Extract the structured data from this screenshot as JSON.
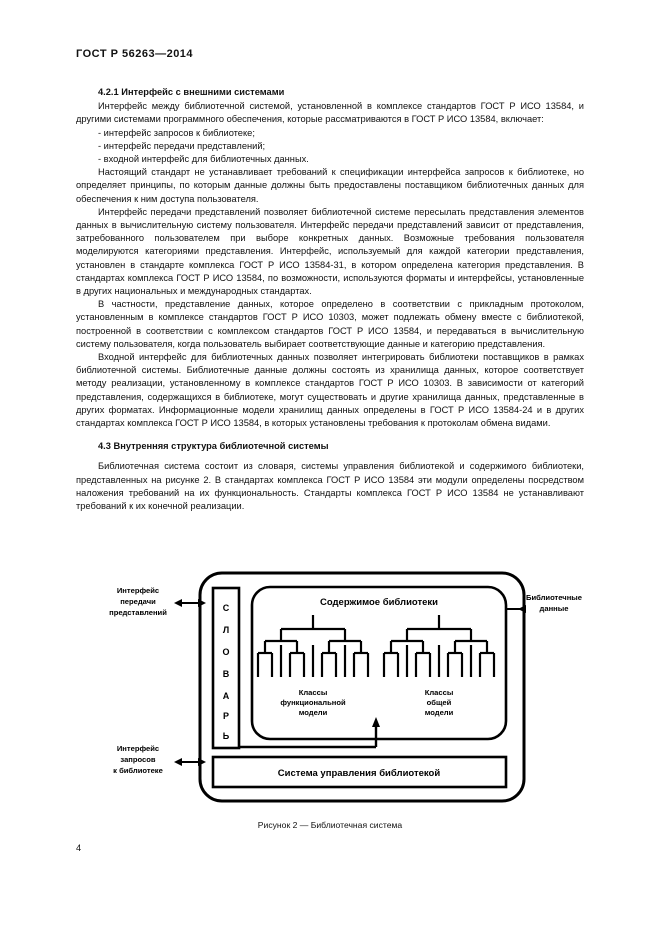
{
  "header": {
    "standard_code": "ГОСТ Р 56263—2014"
  },
  "sections": [
    {
      "id": "4.2.1",
      "heading": "4.2.1 Интерфейс с внешними системами",
      "paragraphs": [
        "Интерфейс между библиотечной системой, установленной в комплексе стандартов ГОСТ Р ИСО 13584, и другими системами программного обеспечения, которые рассматриваются в ГОСТ Р ИСО 13584, включает:"
      ],
      "list": [
        "- интерфейс запросов к библиотеке;",
        "- интерфейс передачи представлений;",
        "- входной интерфейс для библиотечных данных."
      ],
      "paragraphs_after": [
        "Настоящий стандарт не устанавливает требований к спецификации интерфейса запросов к библиотеке, но определяет принципы, по которым данные должны быть предоставлены поставщиком библиотечных данных для обеспечения к ним доступа пользователя.",
        "Интерфейс передачи представлений позволяет библиотечной системе пересылать представления элементов данных в вычислительную систему пользователя. Интерфейс передачи представлений зависит от представления, затребованного пользователем при выборе конкретных данных. Возможные требования пользователя моделируются категориями представления. Интерфейс, используемый для каждой категории представления, установлен в стандарте комплекса ГОСТ Р ИСО 13584-31, в котором определена категория представления. В стандартах комплекса ГОСТ Р ИСО 13584, по возможности, используются форматы и интерфейсы, установленные в других национальных и международных стандартах.",
        "В частности, представление данных, которое определено в соответствии с прикладным протоколом, установленным в комплексе стандартов ГОСТ Р ИСО 10303, может подлежать обмену вместе с библиотекой, построенной в соответствии с комплексом стандартов ГОСТ Р ИСО 13584, и передаваться в вычислительную систему пользователя, когда пользователь выбирает соответствующие данные и категорию представления.",
        "Входной интерфейс для библиотечных данных позволяет интегрировать библиотеки поставщиков в рамках библиотечной системы. Библиотечные данные должны состоять из хранилища данных, которое соответствует методу реализации, установленному в комплексе стандартов ГОСТ Р ИСО 10303. В зависимости от категорий представления, содержащихся в библиотеке, могут существовать и другие хранилища данных, представленные в других форматах. Информационные модели хранилищ данных определены в ГОСТ Р ИСО 13584-24 и в других стандартах комплекса ГОСТ Р ИСО 13584, в которых установлены требования к протоколам обмена видами."
      ]
    },
    {
      "id": "4.3",
      "heading": "4.3 Внутренняя структура библиотечной системы",
      "paragraphs": [
        "Библиотечная система состоит из словаря, системы управления библиотекой и содержимого библиотеки, представленных на рисунке 2. В стандартах комплекса ГОСТ Р ИСО 13584 эти модули определены посредством наложения требований на их функциональность. Стандарты комплекса ГОСТ Р ИСО 13584 не устанавливают требований к их конечной реализации."
      ]
    }
  ],
  "figure": {
    "caption": "Рисунок 2 — Библиотечная система",
    "labels": {
      "interface_views": "Интерфейс\nпередачи\nпредставлений",
      "interface_views_lines": [
        "Интерфейс",
        "передачи",
        "представлений"
      ],
      "interface_queries_lines": [
        "Интерфейс",
        "запросов",
        "к библиотеке"
      ],
      "library_data_lines": [
        "Библиотечные",
        "данные"
      ],
      "dictionary": "СЛОВАРЬ",
      "dictionary_letters": [
        "С",
        "Л",
        "О",
        "В",
        "А",
        "Р",
        "Ь"
      ],
      "library_content": "Содержимое библиотеки",
      "functional_model_classes_lines": [
        "Классы",
        "функциональной",
        "модели"
      ],
      "general_model_classes_lines": [
        "Классы",
        "общей",
        "модели"
      ],
      "management_system": "Система управления библиотекой"
    }
  },
  "page_number": "4",
  "colors": {
    "text": "#111111",
    "background": "#ffffff",
    "diagram_stroke": "#000000"
  }
}
